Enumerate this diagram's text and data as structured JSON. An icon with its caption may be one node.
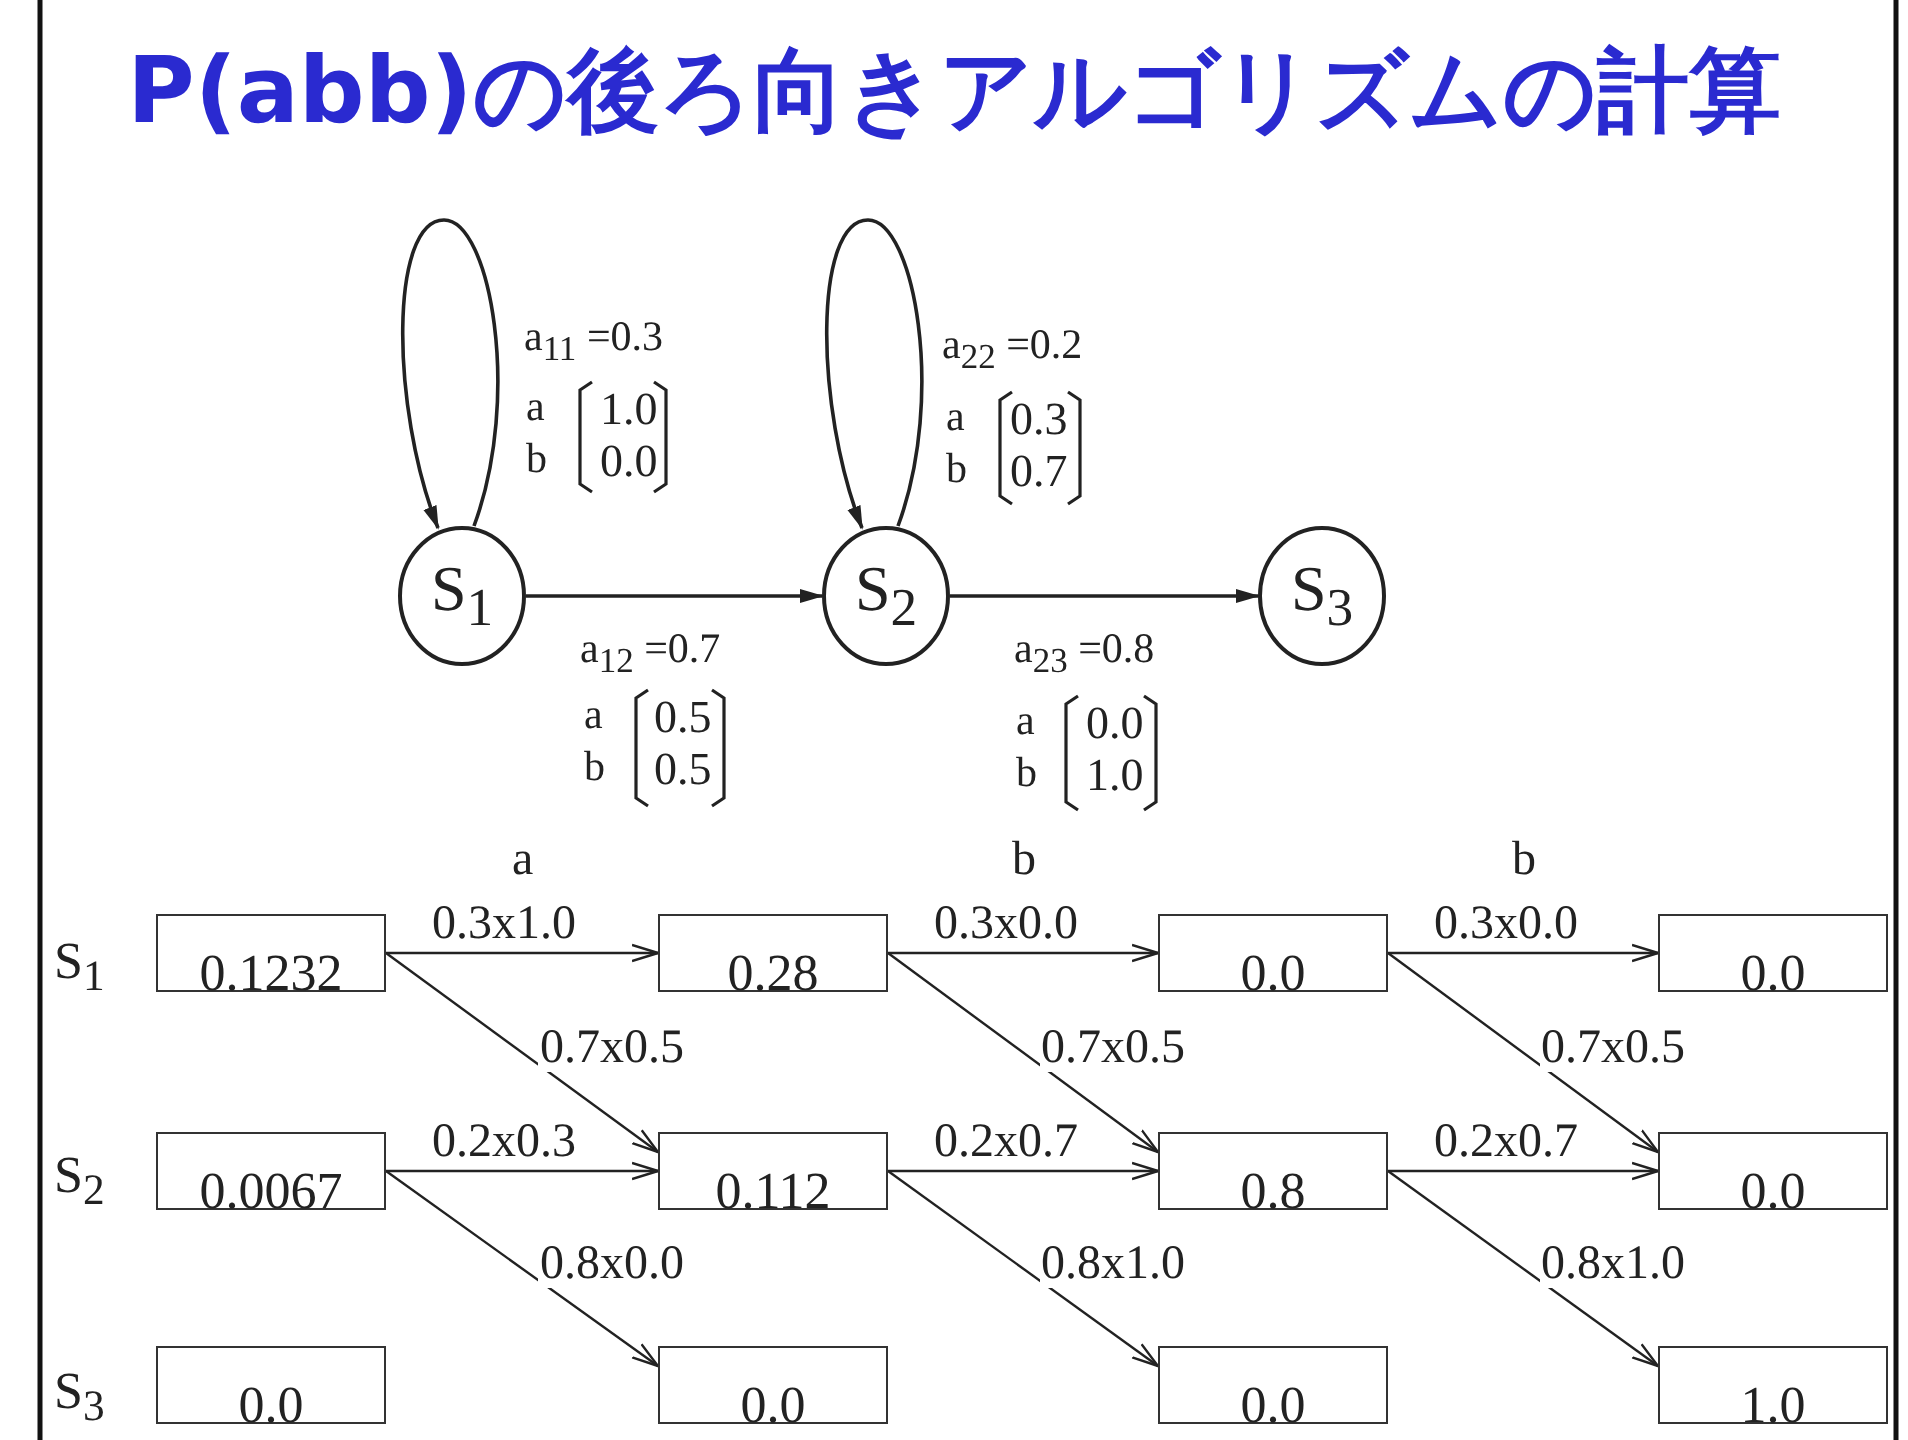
{
  "diagram": {
    "title": "P(abb)の後ろ向きアルゴリズムの計算",
    "nodes": [
      {
        "text": [
          "S$_{1}$"
        ]
      },
      {
        "text": [
          "S$_{2}$"
        ]
      },
      {
        "text": [
          "S$_{3}$"
        ]
      },
      {
        "text": [
          "0.1232"
        ]
      },
      {
        "text": [
          "0.28"
        ]
      },
      {
        "text": [
          "0.0"
        ]
      },
      {
        "text": [
          "0.0"
        ]
      },
      {
        "text": [
          "0.0067"
        ]
      },
      {
        "text": [
          "0.112"
        ]
      },
      {
        "text": [
          "0.8"
        ]
      },
      {
        "text": [
          "0.0"
        ]
      },
      {
        "text": [
          "0.0"
        ]
      },
      {
        "text": [
          "0.0"
        ]
      },
      {
        "text": [
          "0.0"
        ]
      },
      {
        "text": [
          "1.0"
        ]
      }
    ],
    "edges": [
      {
        "from": 0,
        "to": 0,
        "arrow": "to",
        "label": "a$_{11}$ =0.3"
      },
      {
        "from": 0,
        "to": 1,
        "arrow": "to",
        "label": "a$_{12}$ =0.7"
      },
      {
        "from": 1,
        "to": 1,
        "arrow": "to",
        "label": "a$_{22}$ =0.2"
      },
      {
        "from": 1,
        "to": 2,
        "arrow": "to",
        "label": "a$_{23}$ =0.8"
      },
      {
        "from": 3,
        "to": 4,
        "arrow": "to",
        "label": "0.3x1.0"
      },
      {
        "from": 3,
        "to": 8,
        "arrow": "to",
        "label": "0.7x0.5"
      },
      {
        "from": 7,
        "to": 8,
        "arrow": "to",
        "label": "0.2x0.3"
      },
      {
        "from": 7,
        "to": 12,
        "arrow": "to",
        "label": "0.8x0.0"
      },
      {
        "from": 4,
        "to": 5,
        "arrow": "to",
        "label": "0.3x0.0"
      },
      {
        "from": 4,
        "to": 9,
        "arrow": "to",
        "label": "0.7x0.5"
      },
      {
        "from": 8,
        "to": 9,
        "arrow": "to",
        "label": "0.2x0.7"
      },
      {
        "from": 8,
        "to": 13,
        "arrow": "to",
        "label": "0.8x1.0"
      },
      {
        "from": 5,
        "to": 6,
        "arrow": "to",
        "label": "0.3x0.0"
      },
      {
        "from": 5,
        "to": 10,
        "arrow": "to",
        "label": "0.7x0.5"
      },
      {
        "from": 9,
        "to": 10,
        "arrow": "to",
        "label": "0.2x0.7"
      },
      {
        "from": 9,
        "to": 14,
        "arrow": "to",
        "label": "0.8x1.0"
      }
    ],
    "labels": [
      "a",
      "1.0",
      "b",
      "0.0",
      "a",
      "0.3",
      "b",
      "0.7",
      "a",
      "0.5",
      "b",
      "0.5",
      "a",
      "0.0",
      "b",
      "1.0",
      "a",
      "b",
      "b",
      "S$_{1}$",
      "S$_{2}$",
      "S$_{3}$"
    ]
  }
}
